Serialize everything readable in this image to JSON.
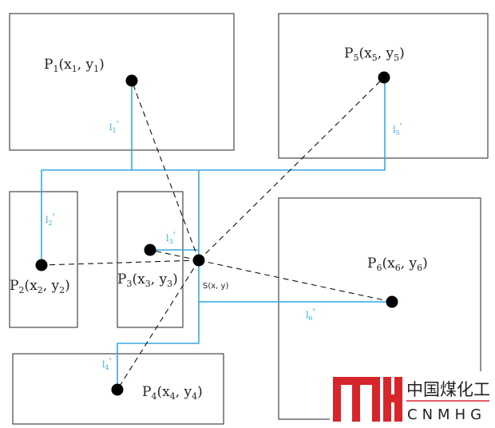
{
  "points": [
    {
      "id": "p1",
      "letter": "P",
      "sub": "1",
      "x": "x",
      "xsub": "1",
      "y": "y",
      "ysub": "1"
    },
    {
      "id": "p2",
      "letter": "P",
      "sub": "2",
      "x": "x",
      "xsub": "2",
      "y": "y",
      "ysub": "2"
    },
    {
      "id": "p3",
      "letter": "P",
      "sub": "3",
      "x": "x",
      "xsub": "3",
      "y": "y",
      "ysub": "3"
    },
    {
      "id": "p4",
      "letter": "P",
      "sub": "4",
      "x": "x",
      "xsub": "4",
      "y": "y",
      "ysub": "4"
    },
    {
      "id": "p5",
      "letter": "P",
      "sub": "5",
      "x": "x",
      "xsub": "5",
      "y": "y",
      "ysub": "5"
    },
    {
      "id": "p6",
      "letter": "P",
      "sub": "6",
      "x": "x",
      "xsub": "6",
      "y": "y",
      "ysub": "6"
    }
  ],
  "source_label": "S(x, y)",
  "distances": [
    {
      "id": "l1",
      "letter": "l",
      "sub": "1",
      "mark": "'"
    },
    {
      "id": "l2",
      "letter": "l",
      "sub": "2",
      "mark": "'"
    },
    {
      "id": "l3",
      "letter": "l",
      "sub": "3",
      "mark": "'"
    },
    {
      "id": "l4",
      "letter": "l",
      "sub": "4",
      "mark": "'"
    },
    {
      "id": "l5",
      "letter": "l",
      "sub": "5",
      "mark": "'"
    },
    {
      "id": "l6",
      "letter": "l",
      "sub": "6",
      "mark": "'"
    }
  ],
  "logo": {
    "cn": "中国煤化工",
    "en": "CNMHG",
    "color": "#d7262b"
  },
  "colors": {
    "path": "#35a8e0",
    "dash": "#111111",
    "point": "#000000"
  }
}
